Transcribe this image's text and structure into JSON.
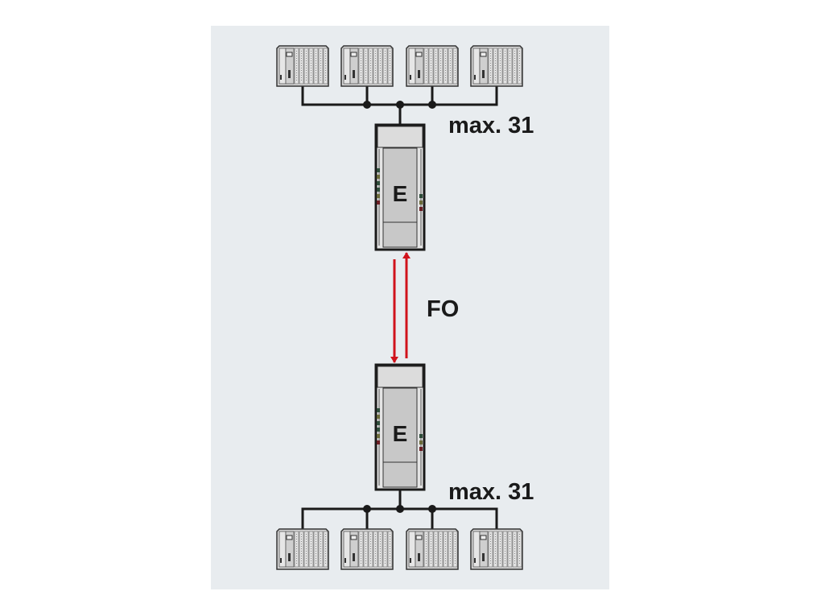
{
  "diagram": {
    "top_count_label": "max. 31",
    "bottom_count_label": "max. 31",
    "link_label": "FO",
    "top_module_label": "E",
    "bottom_module_label": "E",
    "colors": {
      "background": "#e8ecef",
      "link": "#d0121b",
      "line": "#1a1a1a",
      "device": "#d4d4d4"
    }
  }
}
